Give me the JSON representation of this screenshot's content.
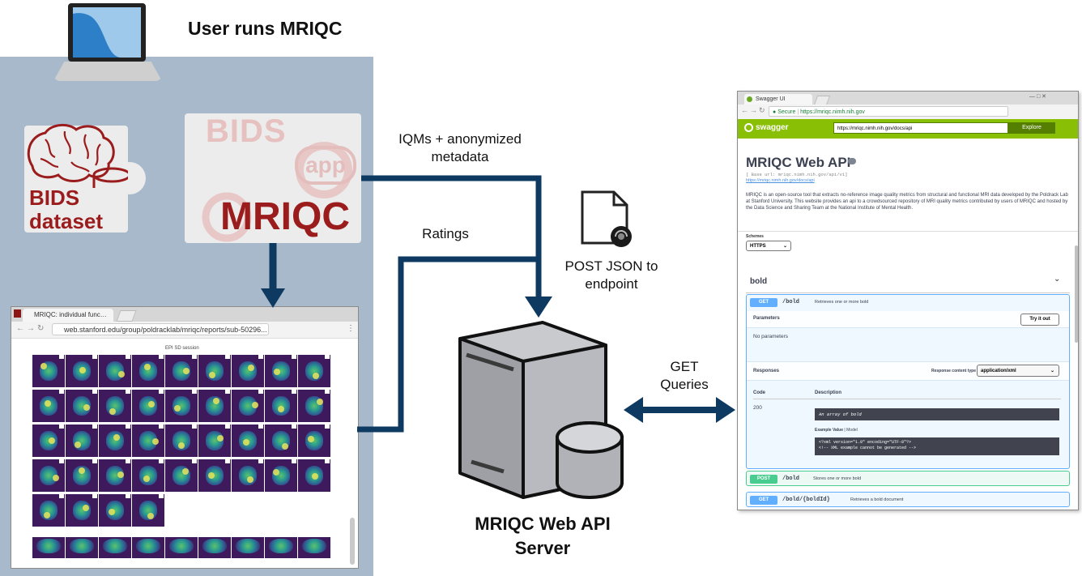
{
  "colors": {
    "user_panel_bg": "#a7b9cb",
    "connector": "#0e3a62",
    "mriqc_red": "#9b1c1c",
    "swagger_green": "#89bf04",
    "get_blue": "#61affe",
    "post_green": "#49cc90"
  },
  "user": {
    "title": "User runs MRIQC",
    "laptop_icon": "laptop-icon",
    "bids_dataset_label": "BIDS dataset",
    "bids_app_label": "BIDS",
    "app_label": "app",
    "mriqc_label": "MRIQC"
  },
  "report_browser": {
    "tab_title": "MRIQC: individual func…",
    "url": "web.stanford.edu/group/poldracklab/mriqc/reports/sub-50296...",
    "heading": "EPI SD session"
  },
  "connectors": {
    "iqm_label": "IQMs + anonymized metadata",
    "ratings_label": "Ratings",
    "post_label": "POST JSON to endpoint",
    "get_label": "GET Queries"
  },
  "server": {
    "label": "MRIQC Web API Server",
    "icon": "server-icon",
    "document_icon": "json-document-icon"
  },
  "swagger": {
    "tab_title": "Swagger UI",
    "url_secure": "Secure",
    "url": "https://mriqc.nimh.nih.gov",
    "brand": "swagger",
    "api_url": "https://mriqc.nimh.nih.gov/docs/api",
    "explore": "Explore",
    "title": "MRIQC Web API",
    "base_url": "[ Base url: mriqc.nimh.nih.gov/api/v1]",
    "doc_link": "https://mriqc.nimh.nih.gov/docs/api",
    "description": "MRIQC is an open-source tool that extracts no-reference image quality metrics from structural and functional MRI data developed by the Poldrack Lab at Stanford University. This website provides an api to a crowdsourced repository of MRI quality metrics contributed by users of MRIQC and hosted by the Data Science and Sharing Team at the National Institute of Mental Health.",
    "schemes_label": "Schemes",
    "scheme": "HTTPS",
    "tag": "bold",
    "ops": [
      {
        "method": "GET",
        "path": "/bold",
        "summary": "Retrieves one or more bold"
      },
      {
        "method": "POST",
        "path": "/bold",
        "summary": "Stores one or more bold"
      },
      {
        "method": "GET",
        "path": "/bold/{boldId}",
        "summary": "Retrieves a bold document"
      }
    ],
    "parameters_title": "Parameters",
    "try_it_out": "Try it out",
    "no_parameters": "No parameters",
    "responses_title": "Responses",
    "response_content_type": "Response content type",
    "content_type": "application/xml",
    "col_code": "Code",
    "col_description": "Description",
    "code": "200",
    "code_description": "An array of bold",
    "example_value": "Example Value",
    "model": "Model",
    "example_text": "<?xml version=\"1.0\" encoding=\"UTF-8\"?>\n<!-- XML example cannot be generated -->"
  }
}
